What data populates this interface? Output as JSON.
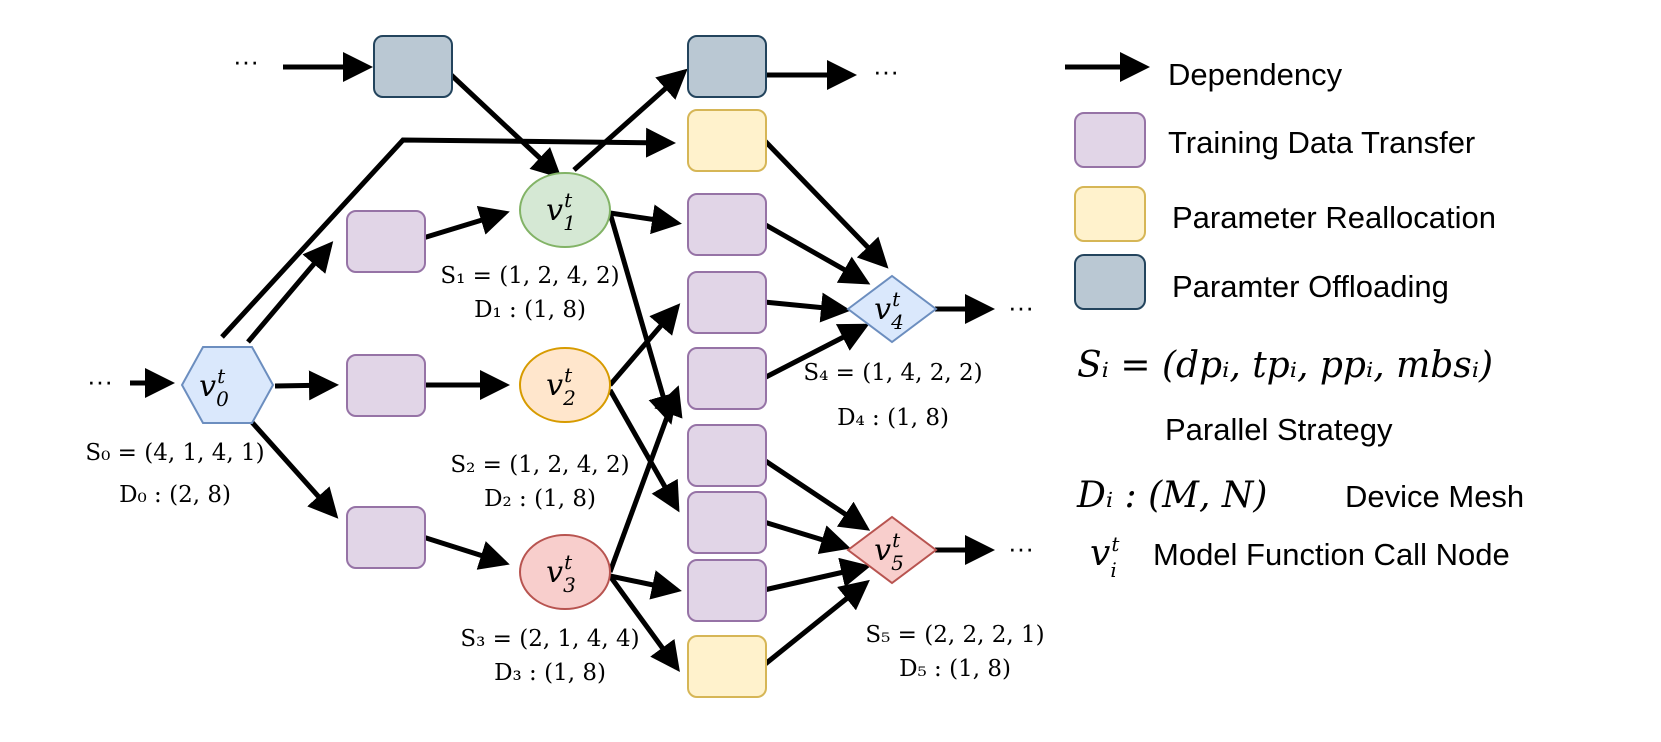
{
  "colors": {
    "training_data_transfer": "#e1d5e7",
    "training_data_transfer_border": "#9673a6",
    "parameter_reallocation": "#fff2cc",
    "parameter_reallocation_border": "#d6b656",
    "parameter_offloading": "#bac8d3",
    "parameter_offloading_border": "#23445d",
    "v0_fill": "#dae8fc",
    "v0_border": "#6c8ebf",
    "v1_fill": "#d5e8d4",
    "v1_border": "#82b366",
    "v2_fill": "#ffe6cc",
    "v2_border": "#d79b00",
    "v3_fill": "#f8cecc",
    "v3_border": "#b85450",
    "v4_fill": "#dae8fc",
    "v4_border": "#6c8ebf",
    "v5_fill": "#f8cecc",
    "v5_border": "#b85450"
  },
  "nodes": {
    "v0": {
      "base": "v",
      "sup": "t",
      "sub": "0",
      "strategy": "S₀ = (4, 1, 4, 1)",
      "mesh": "D₀ : (2, 8)"
    },
    "v1": {
      "base": "v",
      "sup": "t",
      "sub": "1",
      "strategy": "S₁ = (1, 2, 4, 2)",
      "mesh": "D₁ : (1, 8)"
    },
    "v2": {
      "base": "v",
      "sup": "t",
      "sub": "2",
      "strategy": "S₂ = (1, 2, 4, 2)",
      "mesh": "D₂ : (1, 8)"
    },
    "v3": {
      "base": "v",
      "sup": "t",
      "sub": "3",
      "strategy": "S₃ = (2, 1, 4, 4)",
      "mesh": "D₃ : (1, 8)"
    },
    "v4": {
      "base": "v",
      "sup": "t",
      "sub": "4",
      "strategy": "S₄ = (1, 4, 2, 2)",
      "mesh": "D₄ : (1, 8)"
    },
    "v5": {
      "base": "v",
      "sup": "t",
      "sub": "5",
      "strategy": "S₅ = (2, 2, 2, 1)",
      "mesh": "D₅ : (1, 8)"
    }
  },
  "ellipsis": "···",
  "legend": {
    "dependency": "Dependency",
    "training_data_transfer": "Training Data Transfer",
    "parameter_reallocation": "Parameter Reallocation",
    "parameter_offloading": "Paramter Offloading",
    "strategy_formula": "Sᵢ = (dpᵢ, tpᵢ, ppᵢ, mbsᵢ)",
    "strategy_caption": "Parallel Strategy",
    "mesh_formula": "Dᵢ : (M, N)",
    "mesh_caption": "Device Mesh",
    "node_symbol_base": "v",
    "node_symbol_sup": "t",
    "node_symbol_sub": "i",
    "node_caption": "Model Function Call Node"
  }
}
